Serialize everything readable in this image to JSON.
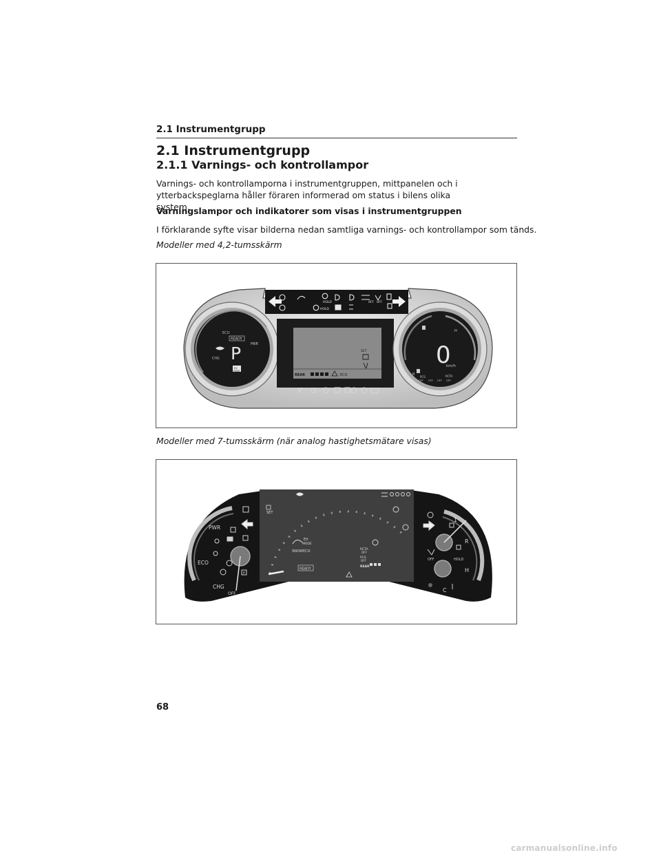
{
  "running_head": "2.1 Instrumentgrupp",
  "section_title": "2.1 Instrumentgrupp",
  "subsection_title": "2.1.1 Varnings- och kontrollampor",
  "intro_paragraph": "Varnings- och kontrollamporna i instrumentgruppen, mittpanelen och i ytterbackspeglarna håller föraren informerad om status i bilens olika system.",
  "bold_heading": "Varningslampor och indikatorer som visas i instrumentgruppen",
  "explanation": "I förklarande syfte visar bilderna nedan samtliga varnings- och kontrollampor som tänds.",
  "figure1": {
    "caption": "Modeller med 4,2-tumsskärm",
    "top_hold": "HOLD",
    "hold": "HOLD",
    "off": "OFF",
    "eco": "ECO",
    "ready": "READY",
    "pwr": "PWR",
    "gear": "P",
    "chg": "CHG",
    "ev": "EV",
    "mode": "MODE",
    "set": "SET",
    "rear": "REAR",
    "eco_center": "ECO",
    "speed": "0",
    "speed_unit": "km/h",
    "temp_h": "H",
    "temp_c": "C",
    "fuel_r": "R",
    "pcs": "PCS",
    "rcta": "RCTA",
    "icons": [
      "door-open-icon",
      "wiper-icon",
      "brake-hold-icon",
      "headlight-icon",
      "fog-light-icon",
      "trac-off-icon",
      "slip-icon",
      "turn-left-icon",
      "turn-right-icon",
      "seatbelt-icon",
      "airbag-icon",
      "power-steering-icon",
      "door-icon",
      "tpms-icon",
      "engine-icon",
      "abs-icon"
    ]
  },
  "figure2": {
    "caption": "Modeller med 7-tumsskärm (när analog hastighetsmätare visas)",
    "pwr": "PWR",
    "eco": "ECO",
    "chg": "CHG",
    "off": "OFF",
    "set": "SET",
    "ev": "EV",
    "mode": "MODE",
    "snow": "SNOW",
    "eco_mode": "ECO",
    "ready": "READY",
    "rcta": "RCTA",
    "rcta_off": "OFF",
    "pcs": "PCS",
    "pcs_off": "OFF",
    "rear": "REAR",
    "hold": "HOLD",
    "off_right": "OFF",
    "fuel_1": "1",
    "fuel_r": "R",
    "temp_h": "H",
    "temp_c": "C",
    "gauge_p": "P"
  },
  "page_number": "68",
  "watermark": "carmanualsonline.info"
}
